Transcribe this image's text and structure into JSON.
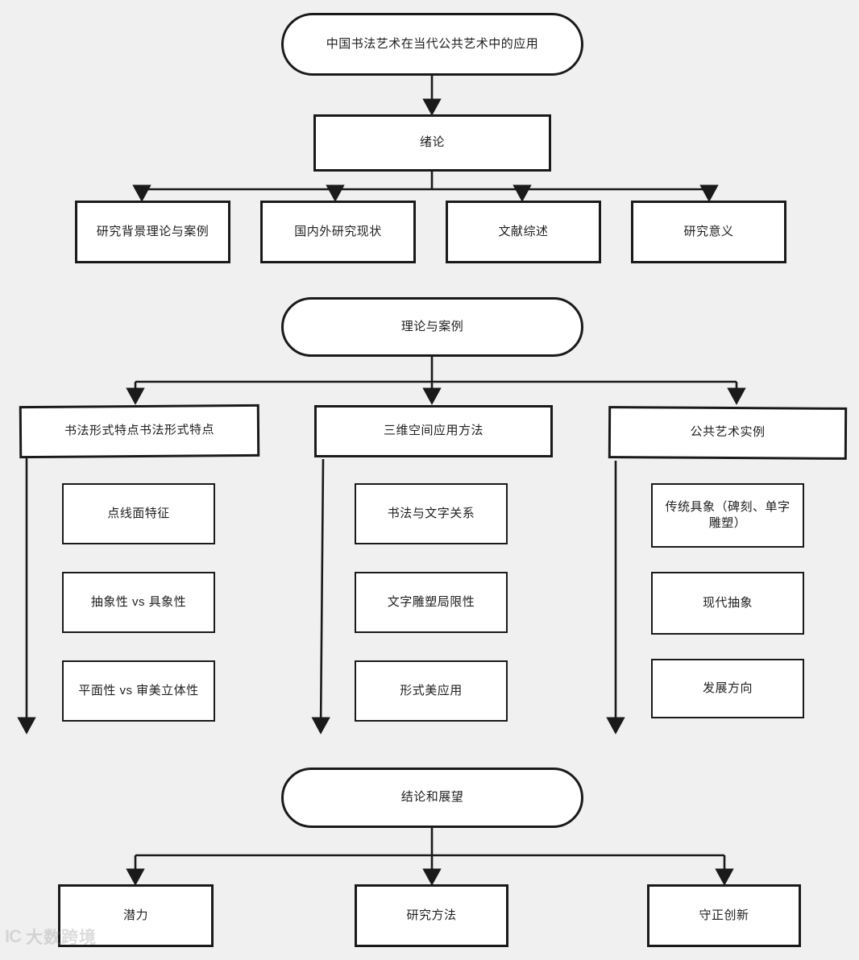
{
  "diagram": {
    "type": "flowchart",
    "orientation": "top-down",
    "background_color": "#f0f0f0",
    "node_fill": "#ffffff",
    "node_border_color": "#1a1a1a",
    "connector_color": "#1a1a1a",
    "title_node": {
      "id": "root",
      "label": "中国书法艺术在当代公共艺术中的应用",
      "shape": "stadium"
    },
    "sections": [
      {
        "id": "intro",
        "header": {
          "label": "绪论",
          "shape": "rect"
        },
        "children": [
          {
            "id": "intro-1",
            "label": "研究背景理论与案例"
          },
          {
            "id": "intro-2",
            "label": "国内外研究现状"
          },
          {
            "id": "intro-3",
            "label": "文献综述"
          },
          {
            "id": "intro-4",
            "label": "研究意义"
          }
        ]
      },
      {
        "id": "theory",
        "header": {
          "label": "理论与案例",
          "shape": "stadium"
        },
        "columns": [
          {
            "id": "col-form",
            "header": "书法形式特点书法形式特点",
            "items": [
              "点线面特征",
              "抽象性 vs 具象性",
              "平面性 vs 审美立体性"
            ]
          },
          {
            "id": "col-space",
            "header": "三维空间应用方法",
            "items": [
              "书法与文字关系",
              "文字雕塑局限性",
              "形式美应用"
            ]
          },
          {
            "id": "col-public",
            "header": "公共艺术实例",
            "items": [
              "传统具象（碑刻、单字雕塑）",
              "现代抽象",
              "发展方向"
            ]
          }
        ]
      },
      {
        "id": "conclusion",
        "header": {
          "label": "结论和展望",
          "shape": "stadium"
        },
        "children": [
          {
            "id": "concl-1",
            "label": "潜力"
          },
          {
            "id": "concl-2",
            "label": "研究方法"
          },
          {
            "id": "concl-3",
            "label": "守正创新"
          }
        ]
      }
    ]
  },
  "watermark": {
    "mark": "IC",
    "text": "大数跨境"
  }
}
